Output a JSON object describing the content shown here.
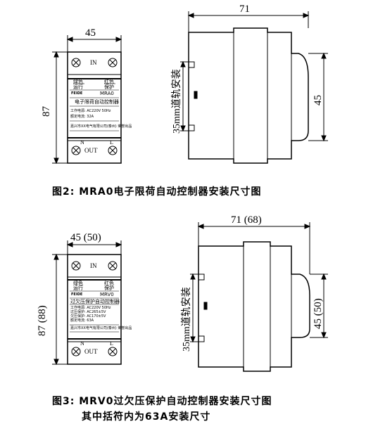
{
  "fig2": {
    "front": {
      "width_label": "45",
      "height_label": "87",
      "in_label": "IN",
      "out_label": "OUT",
      "n_label": "N",
      "l_label": "L",
      "left_tag_top": "绿色",
      "left_tag_bottom": "运行",
      "right_tag_top": "红色",
      "right_tag_bottom": "保护",
      "brand": "FEIDE",
      "model": "MRA0",
      "product_name": "电子限荷自动控制器",
      "spec_line1": "工作电源: AC220V 50Hz",
      "spec_line2": "额定电流:          32A",
      "maker": "嘉兴市XX电气有限公司(泰州) 荣誉出品"
    },
    "side": {
      "width_label": "71",
      "rail_label": "35mm道轨安装",
      "height_label": "45"
    },
    "caption": "图2: MRA0电子限荷自动控制器安装尺寸图"
  },
  "fig3": {
    "front": {
      "width_label": "45 (50)",
      "height_label": "87 (88)",
      "in_label": "IN",
      "out_label": "OUT",
      "n_label": "N",
      "l_label": "L",
      "left_tag_top": "绿色",
      "left_tag_bottom": "运行",
      "right_tag_top": "红色",
      "right_tag_bottom": "保护",
      "brand": "FEIDE",
      "model": "MRV0",
      "product_name": "过欠压保护自动控制器",
      "spec_line1": "工作电源: AC220V 50Hz",
      "spec_line2": "过压保护:    AC265±5V",
      "spec_line3": "欠压保护:    AC170±5V",
      "spec_line4": "额定电流:          63A",
      "maker": "嘉兴市XX电气有限公司(泰州) 荣誉出品"
    },
    "side": {
      "width_label": "71 (68)",
      "rail_label": "35mm道轨安装",
      "height_label": "45 (50)"
    },
    "caption_line1": "图3: MRV0过欠压保护自动控制器安装尺寸图",
    "caption_line2": "其中括符内为63A安装尺寸"
  }
}
